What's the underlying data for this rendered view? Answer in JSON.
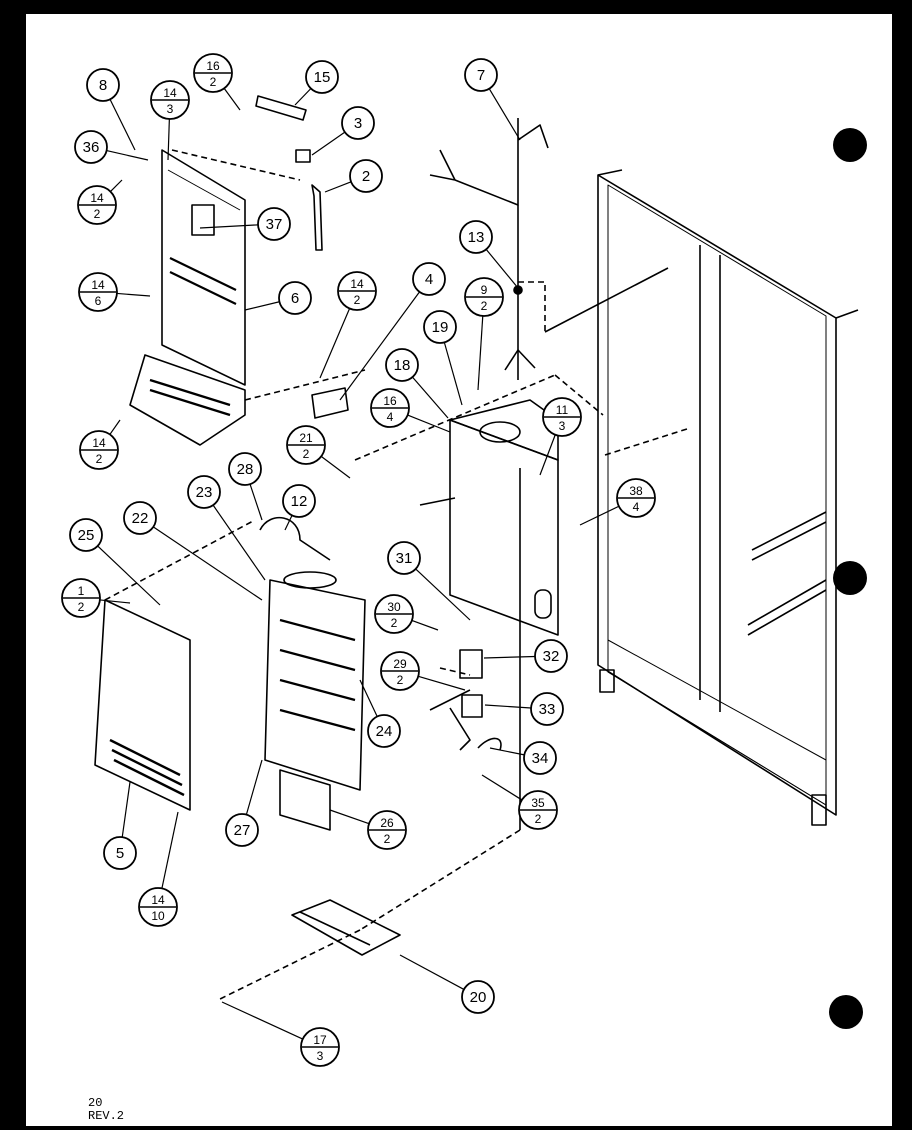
{
  "footer": {
    "page_number": "20",
    "revision": "REV.2"
  },
  "callouts": [
    {
      "id": "c8",
      "label": "8"
    },
    {
      "id": "c14-3",
      "num": "14",
      "den": "3"
    },
    {
      "id": "c16-2",
      "num": "16",
      "den": "2"
    },
    {
      "id": "c15",
      "label": "15"
    },
    {
      "id": "c3",
      "label": "3"
    },
    {
      "id": "c36",
      "label": "36"
    },
    {
      "id": "c14-2a",
      "num": "14",
      "den": "2"
    },
    {
      "id": "c2",
      "label": "2"
    },
    {
      "id": "c37",
      "label": "37"
    },
    {
      "id": "c14-6",
      "num": "14",
      "den": "6"
    },
    {
      "id": "c6",
      "label": "6"
    },
    {
      "id": "c14-2b",
      "num": "14",
      "den": "2"
    },
    {
      "id": "c4",
      "label": "4"
    },
    {
      "id": "c14-2c",
      "num": "14",
      "den": "2"
    },
    {
      "id": "c21-2",
      "num": "21",
      "den": "2"
    },
    {
      "id": "c7",
      "label": "7"
    },
    {
      "id": "c13",
      "label": "13"
    },
    {
      "id": "c9-2",
      "num": "9",
      "den": "2"
    },
    {
      "id": "c19",
      "label": "19"
    },
    {
      "id": "c18",
      "label": "18"
    },
    {
      "id": "c16-4",
      "num": "16",
      "den": "4"
    },
    {
      "id": "c11-3",
      "num": "11",
      "den": "3"
    },
    {
      "id": "c38-4",
      "num": "38",
      "den": "4"
    },
    {
      "id": "c28",
      "label": "28"
    },
    {
      "id": "c23",
      "label": "23"
    },
    {
      "id": "c12",
      "label": "12"
    },
    {
      "id": "c22",
      "label": "22"
    },
    {
      "id": "c25",
      "label": "25"
    },
    {
      "id": "c1-2",
      "num": "1",
      "den": "2"
    },
    {
      "id": "c31",
      "label": "31"
    },
    {
      "id": "c30-2",
      "num": "30",
      "den": "2"
    },
    {
      "id": "c32",
      "label": "32"
    },
    {
      "id": "c29-2",
      "num": "29",
      "den": "2"
    },
    {
      "id": "c33",
      "label": "33"
    },
    {
      "id": "c24",
      "label": "24"
    },
    {
      "id": "c34",
      "label": "34"
    },
    {
      "id": "c35-2",
      "num": "35",
      "den": "2"
    },
    {
      "id": "c5",
      "label": "5"
    },
    {
      "id": "c27",
      "label": "27"
    },
    {
      "id": "c26-2",
      "num": "26",
      "den": "2"
    },
    {
      "id": "c14-10",
      "num": "14",
      "den": "10"
    },
    {
      "id": "c20",
      "label": "20"
    },
    {
      "id": "c17-3",
      "num": "17",
      "den": "3"
    }
  ]
}
